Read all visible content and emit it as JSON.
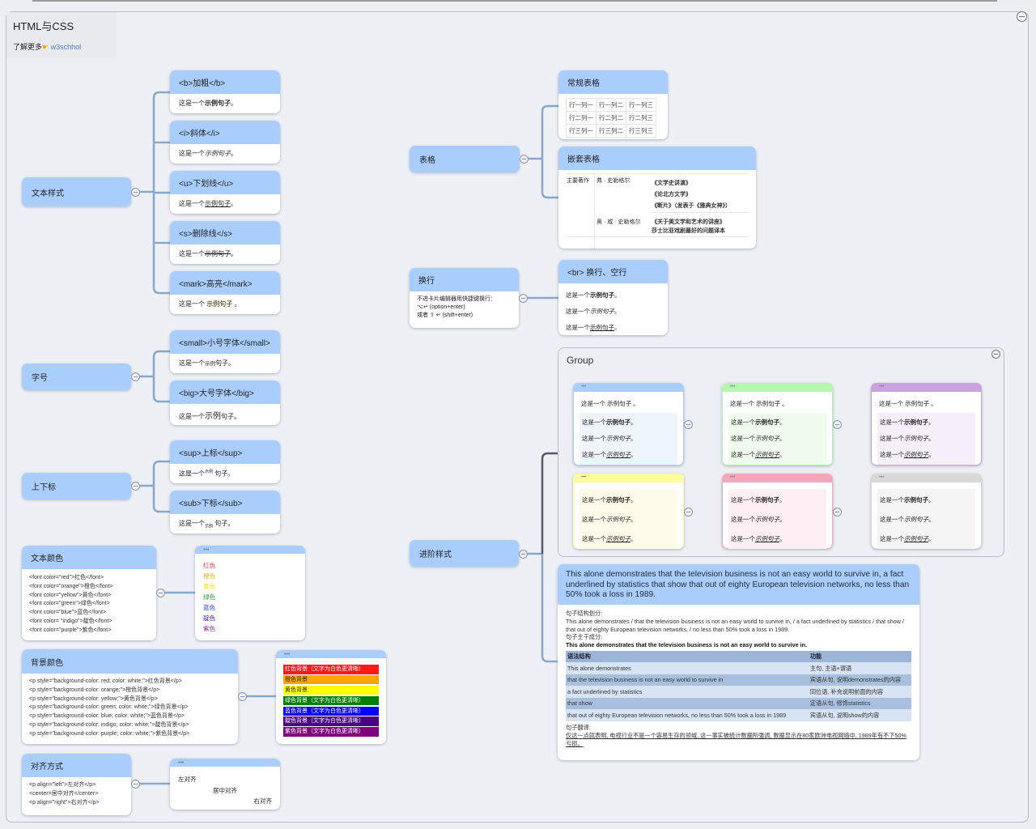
{
  "sheet": {
    "title": "HTML与CSS",
    "learn_more_label": "了解更多",
    "learn_more_icon": "pointing-hand-icon",
    "learn_more_link": "w3schhol"
  },
  "left_branches": {
    "text_style": {
      "topic": "文本样式",
      "children": [
        {
          "title": "<b>加粗</b>",
          "prefix": "这是一个",
          "styled": "示例句子",
          "suffix": "。",
          "style": "bold"
        },
        {
          "title": "<i>斜体</i>",
          "prefix": "这是一个",
          "styled": "示例句子",
          "suffix": "。",
          "style": "italic"
        },
        {
          "title": "<u>下划线</u>",
          "prefix": "这是一个",
          "styled": "示例句子",
          "suffix": "。",
          "style": "underline"
        },
        {
          "title": "<s>删除线</s>",
          "prefix": "这是一个",
          "styled": "示例句子",
          "suffix": "。",
          "style": "strike"
        },
        {
          "title": "<mark>高亮</mark>",
          "prefix": "这是一个 ",
          "styled": "示例句子",
          "suffix": " 。",
          "style": "mark"
        }
      ]
    },
    "font_size": {
      "topic": "字号",
      "children": [
        {
          "title": "<small>小号字体</small>",
          "prefix": "这是一个",
          "styled": "示例",
          "suffix": "句子。",
          "style": "small"
        },
        {
          "title": "<big>大号字体</big>",
          "prefix": "这是一个",
          "styled": "示例",
          "suffix": "句子。",
          "style": "big"
        }
      ]
    },
    "sup_sub": {
      "topic": "上下标",
      "children": [
        {
          "title": "<sup>上标</sup>",
          "prefix": "这是一个",
          "styled": "示例",
          "suffix": " 句子。",
          "style": "sup"
        },
        {
          "title": "<sub>下标</sub>",
          "prefix": "这是一个",
          "styled": "示例",
          "suffix": " 句子。",
          "style": "sub"
        }
      ]
    },
    "text_color": {
      "topic": "文本颜色",
      "code_lines": [
        "<font color=\"red\">红色</font>",
        "<font color=\"orange\">橙色</font>",
        "<font color=\"yellow\">黄色</font>",
        "<font color=\"green\">绿色</font>",
        "<font color=\"blue\">蓝色</font>",
        "<font color= \"indigo\">靛色</font>",
        "<font color=\"purple\">紫色</font>"
      ],
      "preview_dots": "•••",
      "preview": [
        {
          "label": "红色",
          "color": "#e83a3a"
        },
        {
          "label": "橙色",
          "color": "#f5a623"
        },
        {
          "label": "黄色",
          "color": "#f5e600"
        },
        {
          "label": "绿色",
          "color": "#2e9e2e"
        },
        {
          "label": "蓝色",
          "color": "#2b3ed8"
        },
        {
          "label": "靛色",
          "color": "#4b1f8a"
        },
        {
          "label": "紫色",
          "color": "#8a2a9a"
        }
      ]
    },
    "bg_color": {
      "topic": "背景颜色",
      "code_lines": [
        "<p style=\"background-color: red; color: white;\">红色背景</p>",
        "<p style=\"background-color: orange;\">橙色背景</p>",
        "<p style=\"background-color: yellow;\">黄色背景</p>",
        "<p style=\"background-color: green; color: white;\">绿色背景</p>",
        "<p style=\"background-color: blue; color: white;\">蓝色背景</p>",
        "<p style=\"background-color: indigo; color: white;\">靛色背景</p>",
        "<p style=\"background-color: purple; color: white;\">紫色背景</p>"
      ],
      "preview_dots": "•••",
      "preview": [
        {
          "label": "红色背景（文字为白色更清晰）",
          "bg": "#ff1a1a",
          "fg": "#ffffff"
        },
        {
          "label": "橙色背景",
          "bg": "#ffa500",
          "fg": "#222222"
        },
        {
          "label": "黄色背景",
          "bg": "#ffff00",
          "fg": "#222222"
        },
        {
          "label": "绿色背景（文字为白色更清晰）",
          "bg": "#008000",
          "fg": "#ffffff"
        },
        {
          "label": "蓝色背景（文字为白色更清晰）",
          "bg": "#0000ff",
          "fg": "#ffffff"
        },
        {
          "label": "靛色背景（文字为白色更清晰）",
          "bg": "#4b0082",
          "fg": "#ffffff"
        },
        {
          "label": "紫色背景（文字为白色更清晰）",
          "bg": "#800080",
          "fg": "#ffffff"
        }
      ]
    },
    "align": {
      "topic": "对齐方式",
      "code_lines": [
        "<p align=\"left\">左对齐</p>",
        "<center>居中对齐</center>",
        "<p align=\"right\">右对齐</p>"
      ],
      "preview_dots": "•••",
      "preview_left": "左对齐",
      "preview_center": "居中对齐",
      "preview_right": "右对齐"
    }
  },
  "right_branches": {
    "table": {
      "topic": "表格",
      "regular": {
        "title": "常规表格",
        "rows": [
          [
            "行一列一",
            "行一列二",
            "行一列三"
          ],
          [
            "行二列一",
            "行二列二",
            "行二列三"
          ],
          [
            "行三列一",
            "行三列二",
            "行三列三"
          ]
        ]
      },
      "nested": {
        "title": "嵌套表格",
        "label": "主要著作",
        "authors": [
          {
            "name": "弗 · 史勒格尔",
            "works": [
              "《文学史讲演》",
              "《论北方文学》",
              "《断片》（发表于《雅典女神》）"
            ]
          },
          {
            "name": "奥 · 威 · 史勒格尔",
            "works": [
              "《关于美文学和艺术的讲座》",
              "莎士比亚戏剧最好的问题译本"
            ]
          }
        ]
      }
    },
    "linebreak": {
      "topic": "换行",
      "note_lines": [
        "不进卡片编辑器用快捷键换行：",
        "⌥↵ (option+enter)",
        "或者 ⇧ ↵ (shift+enter)"
      ],
      "child": {
        "title": "<br> 换行、空行",
        "lines": [
          {
            "prefix": "这是一个",
            "styled": "示例句子",
            "suffix": "。",
            "style": "bold"
          },
          {
            "prefix": "这是一个",
            "styled": "示例句子",
            "suffix": "。",
            "style": "italic"
          },
          {
            "prefix": "这是一个",
            "styled": "示例句子",
            "suffix": "。",
            "style": "underline"
          }
        ]
      }
    },
    "advanced": {
      "topic": "进阶样式",
      "group": {
        "title": "Group",
        "cards_top": [
          {
            "color": "#a9cdfc",
            "inner": "#eef5fd",
            "line": "#86b97a",
            "dots": "•••"
          },
          {
            "color": "#b6f5b2",
            "inner": "#effcee",
            "line": "#9a6db0",
            "dots": "•••"
          },
          {
            "color": "#c9a2e0",
            "inner": "#f5eefb",
            "dots": "•••"
          }
        ],
        "cards_bottom": [
          {
            "color": "#fefda0",
            "inner": "#fefbea",
            "line": "#d5788a",
            "dots": "•••"
          },
          {
            "color": "#f7a7bd",
            "inner": "#fdeff3",
            "line": "#9a9a9a",
            "dots": "•••"
          },
          {
            "color": "#d8d8d8",
            "inner": "#f5f5f5",
            "dots": "•••"
          }
        ],
        "top_sentence": {
          "prefix": "这是一个 ",
          "styled": "示例句子",
          "suffix": " 。"
        },
        "lines": [
          {
            "prefix": "这是一个",
            "styled": "示例句子",
            "suffix": "。",
            "style": "bold"
          },
          {
            "prefix": "这是一个",
            "styled": "示例句子",
            "suffix": "。",
            "style": "italic"
          },
          {
            "prefix": "这是一个",
            "styled": "示例句子",
            "suffix": "。",
            "style": "underline"
          }
        ]
      },
      "sentence": {
        "english": "This alone demonstrates that the television business is not an easy world to survive in, a fact underlined by statistics that show that out of eighty European television networks, no less than 50% took a loss in 1989.",
        "structure_label": "句子结构划分:",
        "structure_text": "This alone demonstrates / that the television business is not an easy world to survive in, / a fact underlined by statistics / that show / that out of eighty European television networks, / no less than 50% took a loss in 1989.",
        "main_label": "句子主干成分:",
        "main_text": "This alone demonstrates that the television business is not an easy world to survive in.",
        "grammar_table": {
          "headers": [
            "语法结构",
            "功能"
          ],
          "rows": [
            [
              "This alone demonstrates",
              "主句, 主语+谓语"
            ],
            [
              "that the television business is not an easy world to survive in",
              "宾语从句, 说明demonstrates的内容"
            ],
            [
              "a fact underlined by statistics",
              "同位语, 补充说明前面的内容"
            ],
            [
              "that show",
              "定语从句, 修饰statistics"
            ],
            [
              "that out of eighty European television networks, no less than 50% took a loss in 1989",
              "宾语从句, 说明show的内容"
            ]
          ]
        },
        "translation_label": "句子翻译:",
        "translation_text": "仅这一点就表明, 电视行业不是一个容易生存的领域, 这一事实被统计数据所强调, 数据显示在80家欧洲电视网络中, 1989年有不下50%亏损。"
      }
    }
  }
}
